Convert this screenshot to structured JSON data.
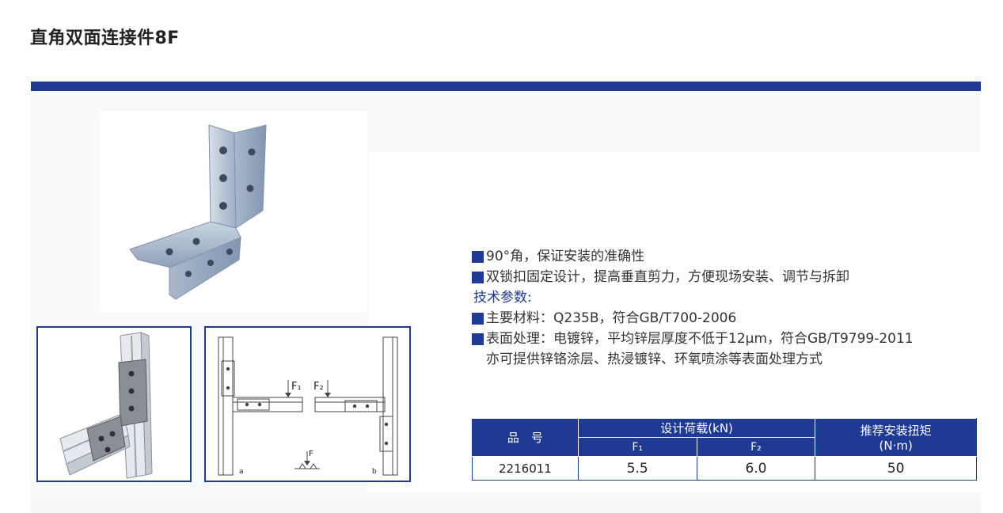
{
  "page": {
    "title": "直角双面连接件8F"
  },
  "features": [
    "90°角，保证安装的准确性",
    "双锁扣固定设计，提高垂直剪力，方便现场安装、调节与拆卸"
  ],
  "tech": {
    "label": "技术参数:",
    "items": [
      "主要材料：Q235B，符合GB/T700-2006",
      "表面处理：电镀锌，平均锌层厚度不低于12μm，符合GB/T9799-2011"
    ],
    "note": "亦可提供锌铬涂层、热浸镀锌、环氧喷涂等表面处理方式"
  },
  "diagram": {
    "f1": "F₁",
    "f2": "F₂",
    "f": "F",
    "a": "a",
    "b": "b"
  },
  "table": {
    "col_part": "品　号",
    "col_load": "设计荷载(kN)",
    "col_torque": "推荐安装扭矩",
    "col_torque_unit": "(N·m)",
    "sub_f1": "F₁",
    "sub_f2": "F₂",
    "rows": [
      {
        "part": "2216011",
        "f1": "5.5",
        "f2": "6.0",
        "torque": "50"
      }
    ]
  },
  "colors": {
    "accent": "#1f3a93"
  }
}
